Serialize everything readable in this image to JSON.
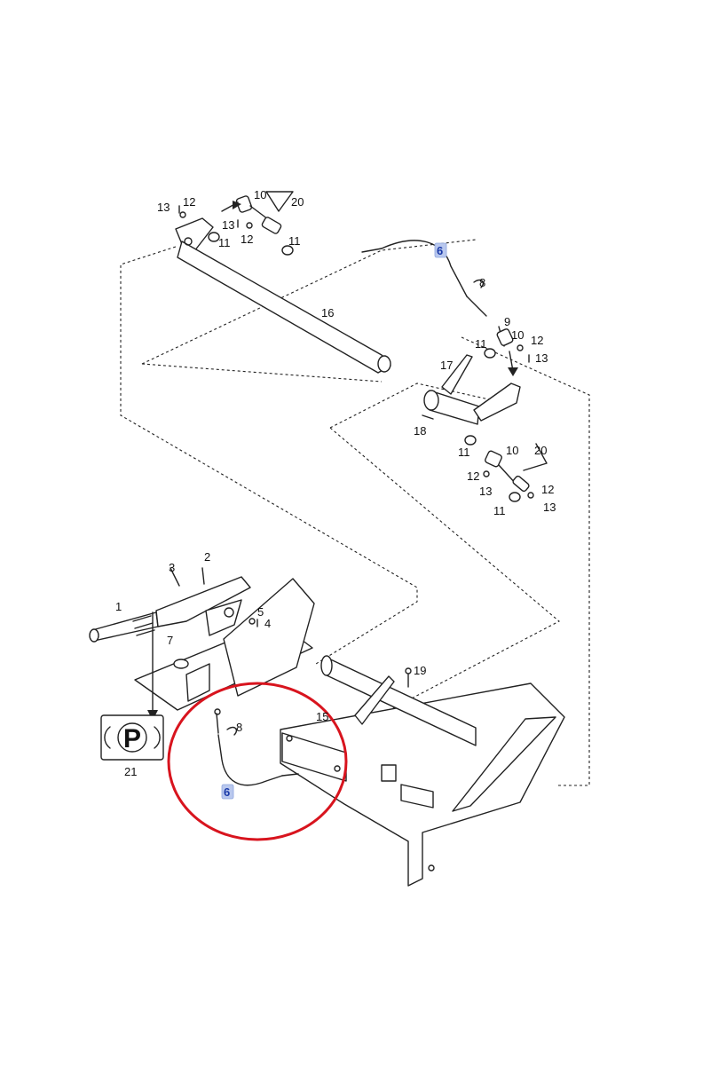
{
  "labels": {
    "l1": "1",
    "l2": "2",
    "l3": "3",
    "l4": "4",
    "l5": "5",
    "l6a": "6",
    "l6b": "6",
    "l7": "7",
    "l8a": "8",
    "l8b": "8",
    "l9": "9",
    "l10a": "10",
    "l10b": "10",
    "l10c": "10",
    "l11a": "11",
    "l11b": "11",
    "l11c": "11",
    "l11d": "11",
    "l11e": "11",
    "l12a": "12",
    "l12b": "12",
    "l12c": "12",
    "l12d": "12",
    "l12e": "12",
    "l13a": "13",
    "l13b": "13",
    "l13c": "13",
    "l13d": "13",
    "l13e": "13",
    "l15": "15",
    "l16": "16",
    "l17": "17",
    "l18": "18",
    "l19": "19",
    "l20a": "20",
    "l20b": "20",
    "l21": "21"
  },
  "parking_symbol": "P",
  "colors": {
    "highlight_ring": "#d8141e",
    "callout_highlight": "#b9c8ee"
  }
}
